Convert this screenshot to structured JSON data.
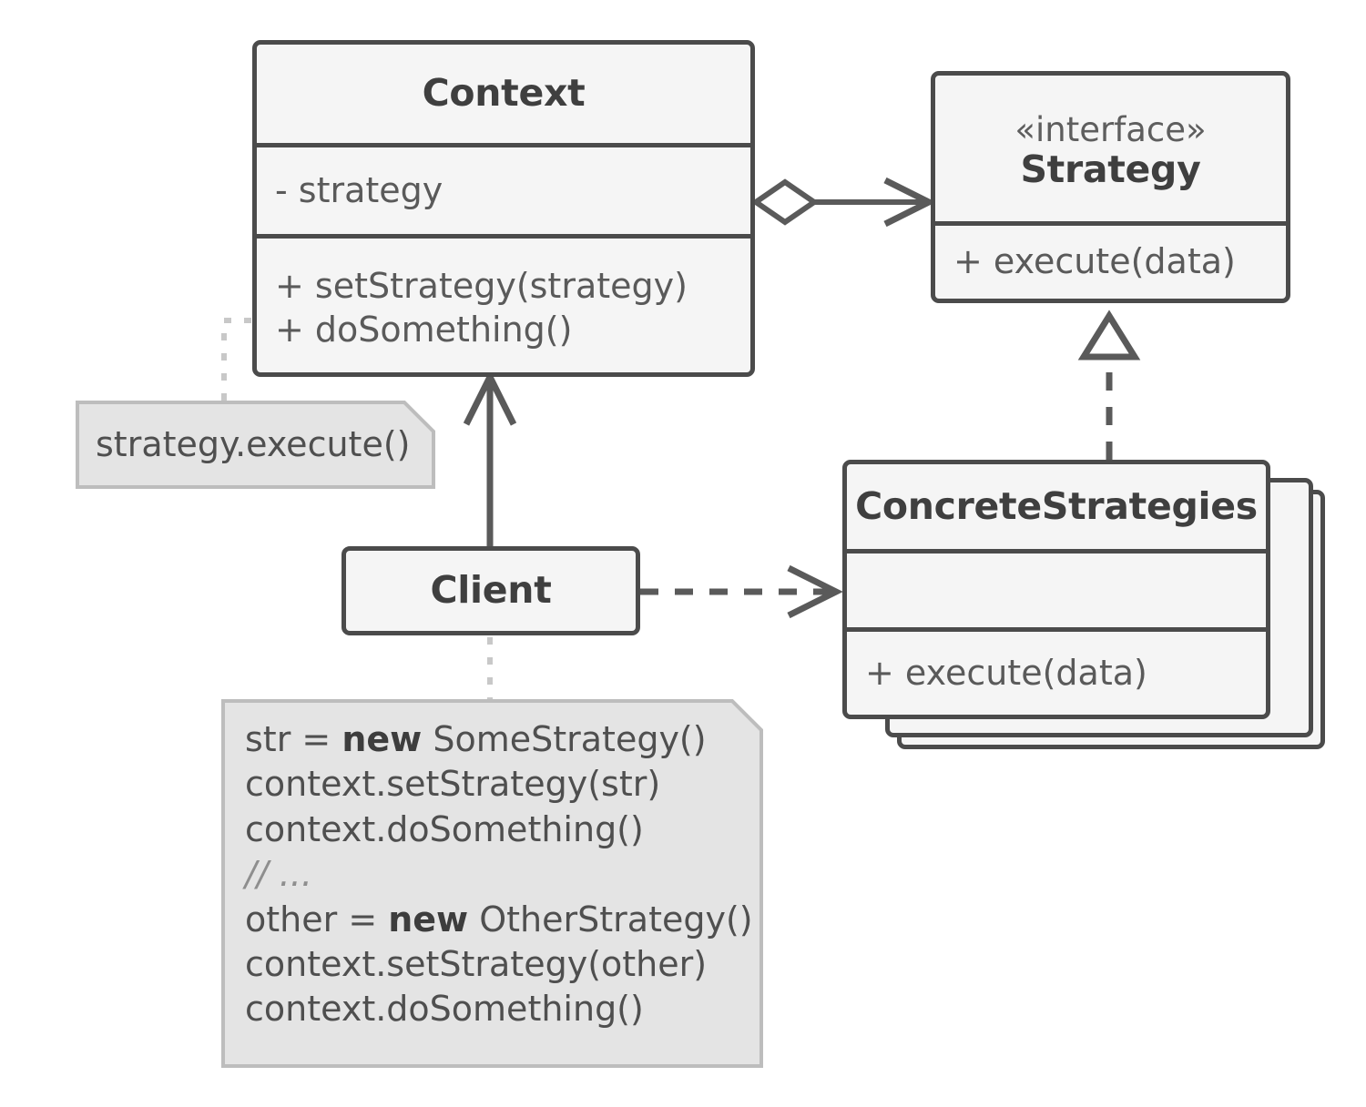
{
  "diagram": {
    "title": "Strategy design pattern UML class diagram",
    "type": "uml-class-diagram",
    "colors": {
      "box_fill": "#f5f5f5",
      "box_border": "#4b4b4b",
      "note_fill": "#e4e4e4",
      "note_border": "#bdbdbd",
      "text": "#4f4f4f",
      "connector": "#5a5a5a",
      "dotted_connector": "#c8c8c8",
      "background": "#ffffff"
    }
  },
  "classes": {
    "context": {
      "name": "Context",
      "attributes": [
        "- strategy"
      ],
      "operations": [
        "+ setStrategy(strategy)",
        "+ doSomething()"
      ]
    },
    "strategy": {
      "stereotype": "«interface»",
      "name": "Strategy",
      "operations": [
        "+ execute(data)"
      ]
    },
    "concrete_strategies": {
      "name": "ConcreteStrategies",
      "attributes": [],
      "operations": [
        "+ execute(data)"
      ],
      "stacked": true
    },
    "client": {
      "name": "Client"
    }
  },
  "notes": {
    "context_note": {
      "text": "strategy.execute()"
    },
    "client_note": {
      "lines": [
        {
          "pre": "str = ",
          "kw": "new",
          "post": " SomeStrategy()",
          "comment": false
        },
        {
          "pre": "context.setStrategy(str)",
          "kw": "",
          "post": "",
          "comment": false
        },
        {
          "pre": "context.doSomething()",
          "kw": "",
          "post": "",
          "comment": false
        },
        {
          "pre": "// ...",
          "kw": "",
          "post": "",
          "comment": true
        },
        {
          "pre": "other = ",
          "kw": "new",
          "post": " OtherStrategy()",
          "comment": false
        },
        {
          "pre": "context.setStrategy(other)",
          "kw": "",
          "post": "",
          "comment": false
        },
        {
          "pre": "context.doSomething()",
          "kw": "",
          "post": "",
          "comment": false
        }
      ]
    }
  },
  "relationships": [
    {
      "name": "context-to-strategy",
      "from": "Context",
      "to": "Strategy",
      "type": "aggregation",
      "line": "solid",
      "source_marker": "hollow-diamond",
      "target_marker": "open-arrow"
    },
    {
      "name": "concretestrategies-to-strategy",
      "from": "ConcreteStrategies",
      "to": "Strategy",
      "type": "realization",
      "line": "dashed",
      "source_marker": "none",
      "target_marker": "hollow-triangle"
    },
    {
      "name": "client-to-context",
      "from": "Client",
      "to": "Context",
      "type": "association",
      "line": "solid",
      "source_marker": "none",
      "target_marker": "open-arrow"
    },
    {
      "name": "client-to-concretestrategies",
      "from": "Client",
      "to": "ConcreteStrategies",
      "type": "dependency",
      "line": "dashed",
      "source_marker": "none",
      "target_marker": "open-arrow"
    },
    {
      "name": "context-note-anchor",
      "from": "context_note",
      "to": "Context",
      "type": "note-anchor",
      "line": "dotted"
    },
    {
      "name": "client-note-anchor",
      "from": "client_note",
      "to": "Client",
      "type": "note-anchor",
      "line": "dotted"
    }
  ]
}
